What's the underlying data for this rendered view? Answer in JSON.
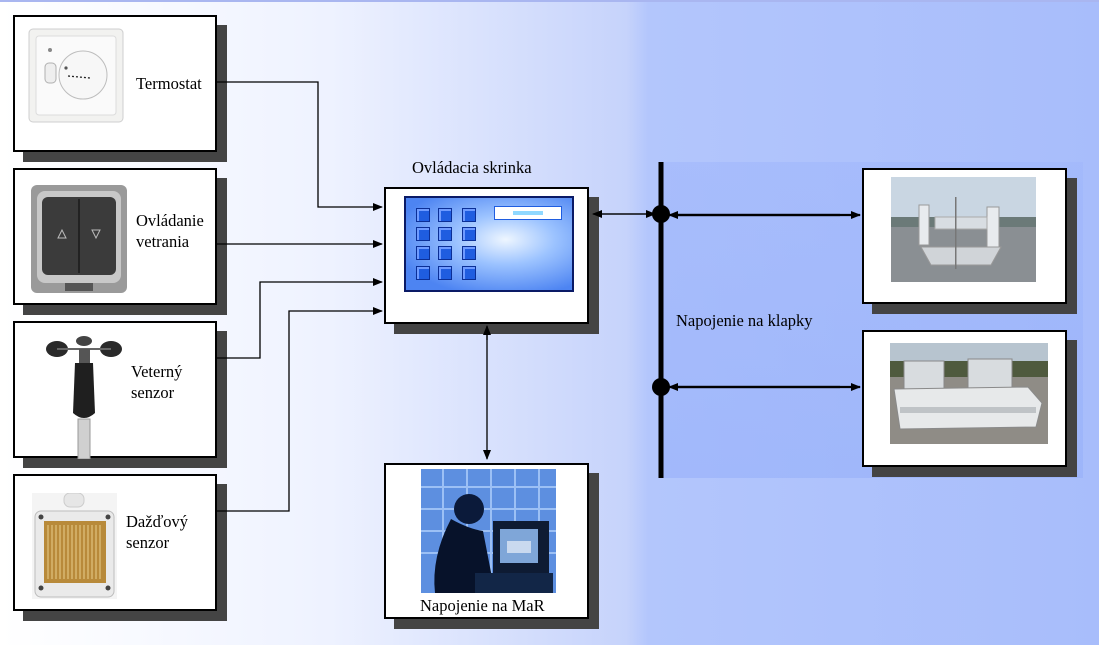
{
  "labels": {
    "termostat": "Termostat",
    "ovladanie_line1": "Ovládanie",
    "ovladanie_line2": "vetrania",
    "veterny_line1": "Veterný",
    "veterny_line2": "senzor",
    "dazdovy_line1": "Dažďový",
    "dazdovy_line2": "senzor",
    "cabinet": "Ovládacia skrinka",
    "flaps": "Napojenie na klapky",
    "mar": "Napojenie na  MaR"
  },
  "icons": {
    "thermostat": "thermostat-icon",
    "switch": "ventilation-switch-icon",
    "wind": "anemometer-icon",
    "rain": "rain-sensor-icon",
    "computer": "computer-operator-icon",
    "roof1": "roof-flaps-photo",
    "roof2": "roof-vent-photo"
  },
  "colors": {
    "key_blue": "#1f5de0",
    "screen_blue": "#4d84f2",
    "panel_blue": "#a8bdfb"
  }
}
